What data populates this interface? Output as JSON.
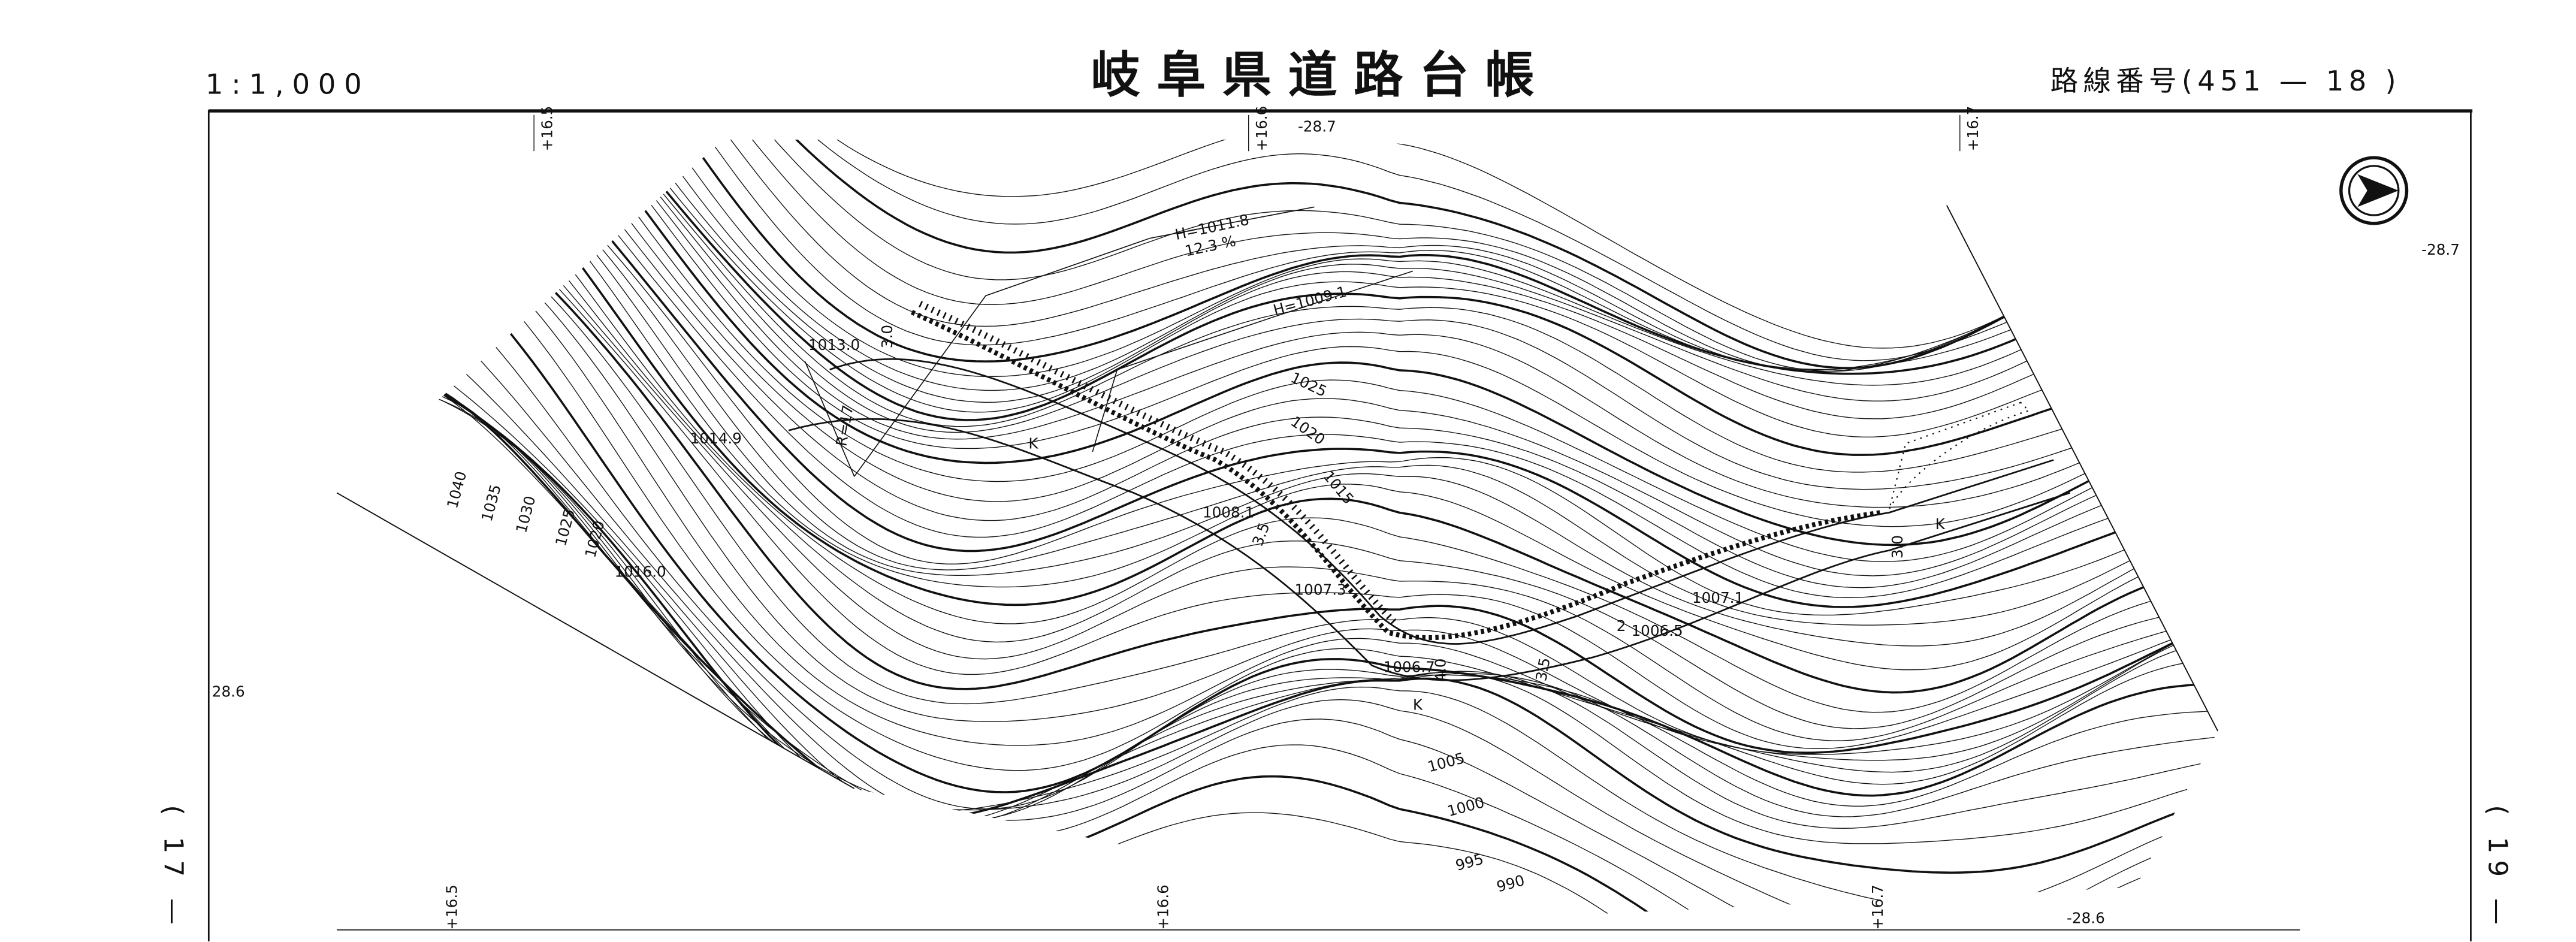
{
  "header": {
    "scale": "1:1,000",
    "title": "岐阜県道路台帳",
    "route_number": "路線番号(451 — 18 )"
  },
  "side_labels": {
    "left": "( 17 —",
    "right": "( 19 —"
  },
  "grid_labels": {
    "top_165": "+16.5",
    "top_166": "+16.6",
    "top_167": "+16.7",
    "top_287": "-28.7",
    "right_287": "-28.7",
    "left_286": "28.6",
    "bottom_165": "+16.5",
    "bottom_166": "+16.6",
    "bottom_167": "+16.7",
    "bottom_286": "-28.6"
  },
  "map": {
    "annotations": [
      "H=1011.8",
      "12.3 %",
      "H=1009.1",
      "R=17"
    ],
    "spot_heights": [
      "1013.0",
      "1014.9",
      "1016.0",
      "1008.1",
      "1007.3",
      "1006.7",
      "1006.5",
      "1007.1"
    ],
    "road_marks": [
      "K",
      "K",
      "K"
    ],
    "widths": [
      "3.0",
      "3.5",
      "4.0",
      "3.5",
      "3.0",
      "2"
    ],
    "contour_labels": [
      "1040",
      "1035",
      "1030",
      "1025",
      "1020",
      "1025",
      "1020",
      "1015",
      "1005",
      "1000",
      "995",
      "990"
    ]
  },
  "compass": {
    "icon": "north-arrow-icon",
    "color": "#111111"
  }
}
